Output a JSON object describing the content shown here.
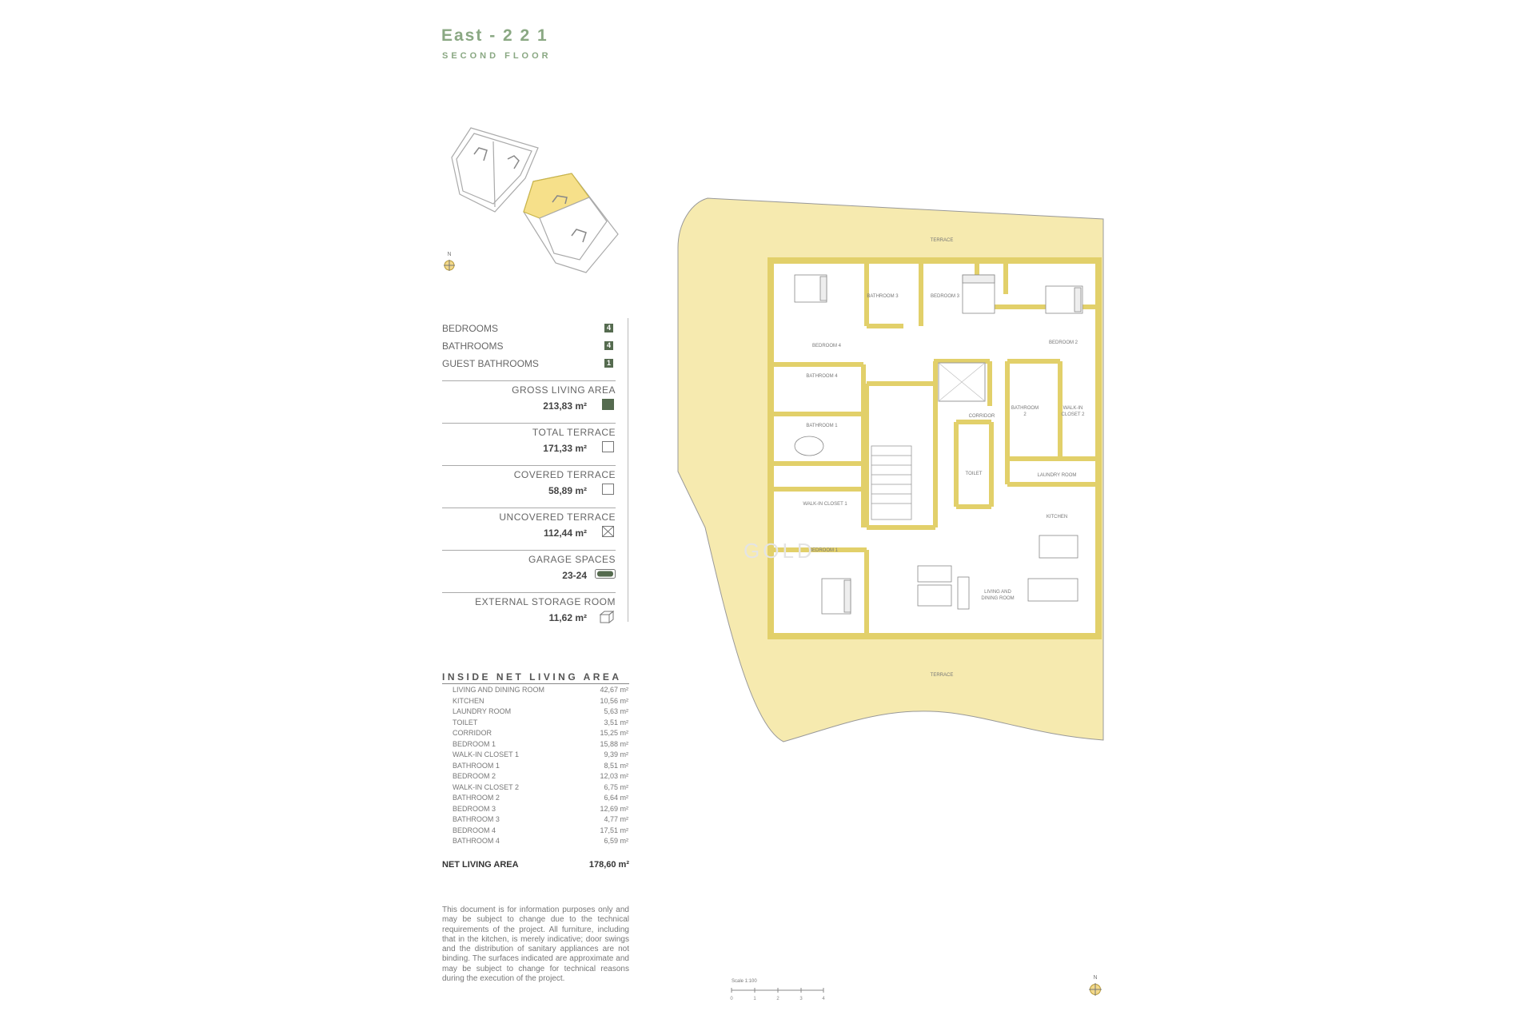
{
  "header": {
    "title": "East - 2 2 1",
    "subtitle": "SECOND FLOOR"
  },
  "summary": [
    {
      "label": "BEDROOMS",
      "value": "4"
    },
    {
      "label": "BATHROOMS",
      "value": "4"
    },
    {
      "label": "GUEST BATHROOMS",
      "value": "1"
    }
  ],
  "areas": [
    {
      "label": "GROSS LIVING AREA",
      "value": "213,83 m²"
    },
    {
      "label": "TOTAL TERRACE",
      "value": "171,33 m²"
    },
    {
      "label": "COVERED TERRACE",
      "value": "58,89 m²"
    },
    {
      "label": "UNCOVERED TERRACE",
      "value": "112,44 m²"
    },
    {
      "label": "GARAGE SPACES",
      "value": "23-24"
    },
    {
      "label": "EXTERNAL STORAGE ROOM",
      "value": "11,62 m²"
    }
  ],
  "inside": {
    "title": "INSIDE NET LIVING AREA",
    "rooms": [
      {
        "name": "LIVING AND DINING ROOM",
        "area": "42,67 m²"
      },
      {
        "name": "KITCHEN",
        "area": "10,56 m²"
      },
      {
        "name": "LAUNDRY ROOM",
        "area": "5,63 m²"
      },
      {
        "name": "TOILET",
        "area": "3,51 m²"
      },
      {
        "name": "CORRIDOR",
        "area": "15,25 m²"
      },
      {
        "name": "BEDROOM 1",
        "area": "15,88 m²"
      },
      {
        "name": "WALK-IN CLOSET 1",
        "area": "9,39 m²"
      },
      {
        "name": "BATHROOM 1",
        "area": "8,51 m²"
      },
      {
        "name": "BEDROOM 2",
        "area": "12,03 m²"
      },
      {
        "name": "WALK-IN CLOSET 2",
        "area": "6,75 m²"
      },
      {
        "name": "BATHROOM 2",
        "area": "6,64 m²"
      },
      {
        "name": "BEDROOM 3",
        "area": "12,69 m²"
      },
      {
        "name": "BATHROOM 3",
        "area": "4,77 m²"
      },
      {
        "name": "BEDROOM 4",
        "area": "17,51 m²"
      },
      {
        "name": "BATHROOM 4",
        "area": "6,59 m²"
      }
    ],
    "net_label": "NET LIVING AREA",
    "net_value": "178,60 m²"
  },
  "disclaimer": "This document is for information purposes only and may be subject to change due to the technical requirements of the project. All furniture, including that in the kitchen, is merely indicative; door swings and the distribution of sanitary appliances are not binding. The surfaces indicated are approximate and may be subject to change for technical reasons during the execution of the project.",
  "plan_labels": {
    "terrace_top": "TERRACE",
    "terrace_bottom": "TERRACE",
    "bedroom4": "BEDROOM 4",
    "bathroom3": "BATHROOM 3",
    "bedroom3": "BEDROOM 3",
    "bedroom2": "BEDROOM 2",
    "bathroom4": "BATHROOM 4",
    "bathroom1": "BATHROOM 1",
    "walkin1": "WALK-IN CLOSET 1",
    "corridor": "CORRIDOR",
    "toilet": "TOILET",
    "bathroom2a": "BATHROOM",
    "bathroom2b": "2",
    "walkin2a": "WALK-IN",
    "walkin2b": "CLOSET 2",
    "laundry": "LAUNDRY ROOM",
    "kitchen": "KITCHEN",
    "bedroom1": "BEDROOM 1",
    "living1": "LIVING AND",
    "living2": "DINING ROOM"
  },
  "north": "N",
  "scale": {
    "label": "Scale 1:100",
    "ticks": [
      "0",
      "1",
      "2",
      "3",
      "4"
    ]
  },
  "watermark": "GOLD",
  "colors": {
    "accent_green": "#8aa883",
    "badge_green": "#556b4f",
    "terrace_fill": "#f6eaaf",
    "wall_fill": "#e2d06a"
  }
}
